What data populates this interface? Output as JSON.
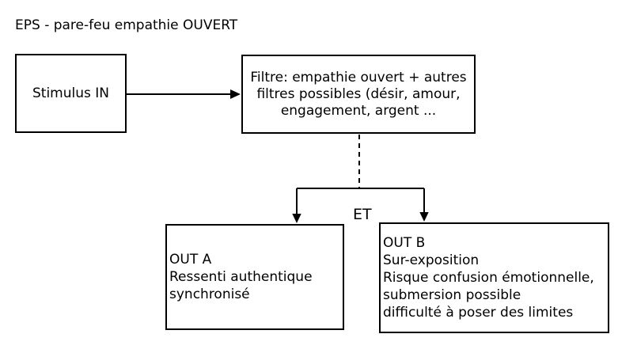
{
  "title": "EPS - pare-feu empathie OUVERT",
  "nodes": {
    "stimulus": {
      "label": "Stimulus IN"
    },
    "filter": {
      "lines": [
        "Filtre: empathie ouvert + autres",
        "filtres possibles (désir, amour,",
        "engagement, argent ..."
      ]
    },
    "out_a": {
      "lines": [
        "OUT A",
        "Ressenti authentique",
        "synchronisé"
      ]
    },
    "out_b": {
      "lines": [
        "OUT B",
        "Sur-exposition",
        "Risque confusion émotionnelle,",
        "submersion possible",
        "difficulté à poser des limites"
      ]
    }
  },
  "connectors": {
    "and_label": "ET"
  },
  "colors": {
    "line": "#000000",
    "text": "#000000",
    "background": "#ffffff"
  }
}
